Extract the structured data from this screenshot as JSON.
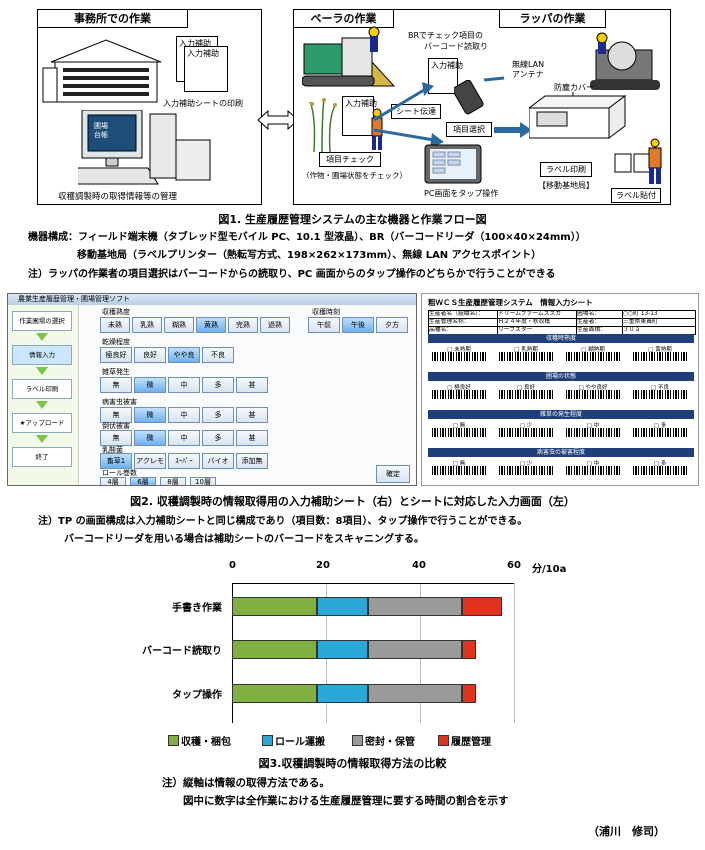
{
  "fig1": {
    "office_title": "事務所での作業",
    "baler_title": "ベーラの作業",
    "wrapper_title": "ラッパの作業",
    "label_input_sheet1": "入力補助",
    "label_input_sheet2": "入力補助",
    "label_input_sheet3": "入力補助",
    "label_input_sheet4": "入力補助",
    "print_sheet": "入力補助シートの印刷",
    "monitor_text": "圃場台帳",
    "mgmt": "収穫調製時の取得情報等の管理",
    "br_check": "BRでチェック項目の",
    "br_check2": "バーコード読取り",
    "sheet_transfer": "シート伝達",
    "item_check": "項目チェック",
    "item_check_sub": "（作物・圃場状態をチェック）",
    "item_select": "項目選択",
    "pc_tap": "PC画面をタップ操作",
    "wireless": "無線LAN",
    "antenna": "アンテナ",
    "cover": "防塵カバー",
    "label_print": "ラベル印刷",
    "mobile_base": "【移動基地局】",
    "label_stick": "ラベル貼付",
    "caption": "図1. 生産履歴管理システムの主な機器と作業フロー図",
    "spec1": "機器構成：フィールド端末機（タブレッド型モバイル PC、10.1 型液晶）、BR（バーコードリーダ（100×40×24mm））",
    "spec2": "移動基地局（ラベルプリンター（熱転写方式、198×262×173mm）、無線 LAN アクセスポイント）",
    "spec3": "注）ラッパの作業者の項目選択はバーコードからの読取り、PC 画面からのタップ操作のどちらかで行うことができる"
  },
  "ui": {
    "title": "農業生産履歴管理・圃場管理ソフト",
    "side": [
      "作業圃場の選択",
      "情報入力",
      "ラベル印刷",
      "★アップロード",
      "終了"
    ],
    "sec_maturity": "収穫熟度",
    "maturity": [
      "未熟",
      "乳熟",
      "糊熟",
      "黄熟",
      "完熟",
      "過熟"
    ],
    "sec_time": "収穫時刻",
    "time": [
      "午前",
      "午後",
      "夕方"
    ],
    "sec_field": "乾燥程度",
    "field": [
      "極良好",
      "良好",
      "やや良",
      "不良"
    ],
    "sec_weed": "雑草発生",
    "weed": [
      "無",
      "微",
      "中",
      "多",
      "甚"
    ],
    "sec_disease": "病害虫被害",
    "disease": [
      "無",
      "微",
      "中",
      "多",
      "甚"
    ],
    "sec_lodging": "倒伏被害",
    "lodging": [
      "無",
      "微",
      "中",
      "多",
      "甚"
    ],
    "sec_additive": "乳酸菌",
    "additive": [
      "畜草1",
      "アクレモ",
      "ｽｰﾊﾟｰ",
      "バイオ",
      "添加無"
    ],
    "sec_layers": "ロール巻数",
    "layers": [
      "4層",
      "6層",
      "8層",
      "10層"
    ],
    "confirm": "確定"
  },
  "sheet": {
    "title": "粗ＷＣＳ生産履歴管理システム　情報入力シート",
    "r1a": "生産者名（組織名）：",
    "r1b": "ドリームファームスズカ",
    "r1c": "圃場名：",
    "r1d": "○○町 13-13",
    "r2a": "生産管理名称：",
    "r2b": "Ｈ２４年度・秋収穫",
    "r2c": "生産者：",
    "r2d": "三重県東員町",
    "r3a": "品種名：",
    "r3b": "リーフスター",
    "r3c": "生産面積：",
    "r3d": "３０ａ",
    "sec1": "収穫時熟度",
    "sec1_items": [
      "□ 未熟期",
      "□ 乳熟期",
      "□ 糊熟期",
      "□ 黄熟期"
    ],
    "sec2": "圃場の状態",
    "sec2_items": [
      "□ 極良好",
      "□ 良好",
      "□ やや良好",
      "□ 不良"
    ],
    "sec3": "雑草の発生程度",
    "sec3_items": [
      "□ 無",
      "□ 少",
      "□ 中",
      "□ 多"
    ],
    "sec4": "病害虫の被害程度",
    "sec4_items": [
      "□ 無",
      "□ 少",
      "□ 中",
      "□ 多"
    ]
  },
  "fig2": {
    "caption": "図2. 収穫調製時の情報取得用の入力補助シート（右）とシートに対応した入力画面（左）",
    "note1": "注）TP の画面構成は入力補助シートと同じ構成であり（項目数：8項目）、タップ操作で行うことができる。",
    "note2": "バーコードリーダを用いる場合は補助シートのバーコードをスキャニングする。"
  },
  "chart_data": {
    "type": "bar",
    "orientation": "horizontal-stacked",
    "unit": "分/10a",
    "xlim": [
      0,
      60
    ],
    "xticks": [
      "0",
      "20",
      "40",
      "60"
    ],
    "categories": [
      "手書き作業",
      "バーコード読取り",
      "タップ操作"
    ],
    "series": [
      {
        "name": "収穫・梱包",
        "color": "#7fb040",
        "values": [
          18,
          18,
          18
        ]
      },
      {
        "name": "ロール運搬",
        "color": "#2aa9d8",
        "values": [
          11,
          11,
          11
        ]
      },
      {
        "name": "密封・保管",
        "color": "#9a9a9a",
        "values": [
          20,
          20,
          20
        ]
      },
      {
        "name": "履歴管理",
        "color": "#e0331f",
        "values": [
          8.5,
          3,
          3
        ]
      }
    ]
  },
  "fig3": {
    "caption": "図3.収穫調製時の情報取得方法の比較",
    "note1": "注）縦軸は情報の取得方法である。",
    "note2": "図中に数字は全作業における生産履歴管理に要する時間の割合を示す",
    "author": "（浦川　修司）"
  }
}
